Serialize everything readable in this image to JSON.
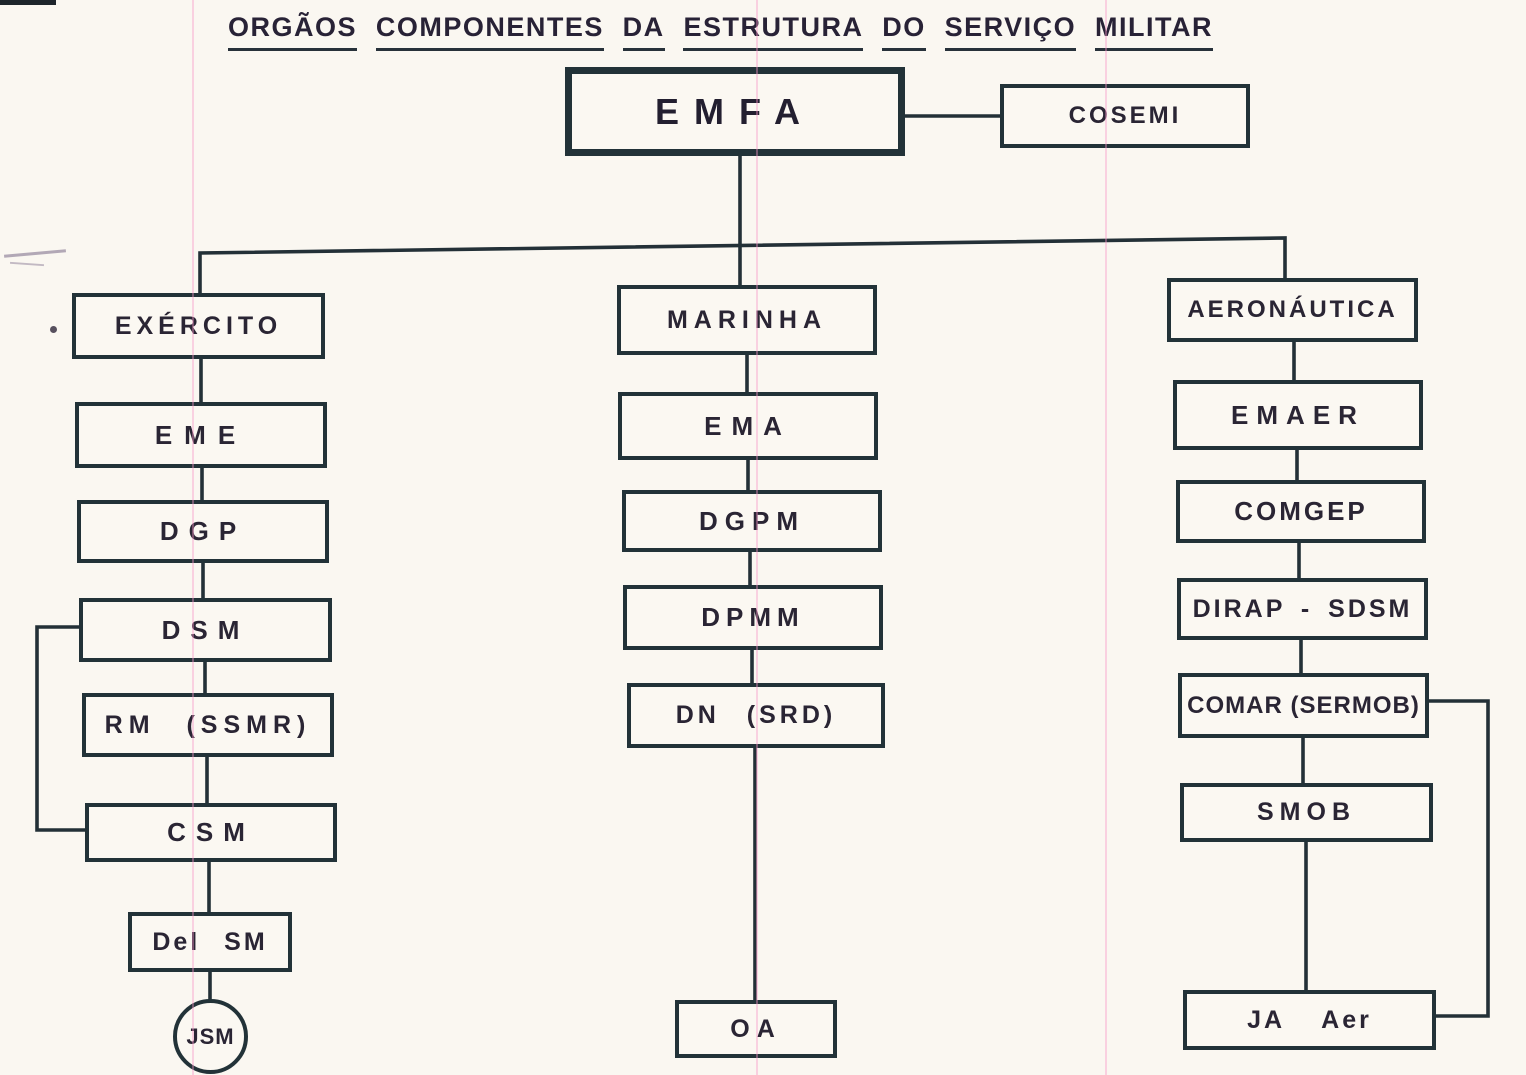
{
  "page_title": "ORGÃOS COMPONENTES DA ESTRUTURA DO SERVIÇO MILITAR",
  "title_words": [
    "ORGÃOS",
    "COMPONENTES",
    "DA",
    "ESTRUTURA",
    "DO",
    "SERVIÇO",
    "MILITAR"
  ],
  "nodes": {
    "emfa": "EMFA",
    "cosemi": "COSEMI",
    "exercito": "EXÉRCITO",
    "eme": "EME",
    "dgp": "DGP",
    "dsm": "DSM",
    "rm_ssmr": "RM (SSMR)",
    "csm": "CSM",
    "del_sm": "Del SM",
    "jsm": "JSM",
    "marinha": "MARINHA",
    "ema": "EMA",
    "dgpm": "DGPM",
    "dpmm": "DPMM",
    "dn_srd": "DN (SRD)",
    "oa": "OA",
    "aeronautica": "AERONÁUTICA",
    "emaer": "EMAER",
    "comgep": "COMGEP",
    "dirap_sdsm": "DIRAP - SDSM",
    "comar_sermob": "COMAR (SERMOB)",
    "smob": "SMOB",
    "ja_aer": "JA Aer"
  },
  "structure": {
    "root": "EMFA",
    "advisory_of_root": "COSEMI",
    "branches": [
      {
        "branch": "EXÉRCITO",
        "chain": [
          "EME",
          "DGP",
          "DSM",
          "RM (SSMR)",
          "CSM",
          "Del SM",
          "JSM"
        ],
        "side_link": "DSM–CSM"
      },
      {
        "branch": "MARINHA",
        "chain": [
          "EMA",
          "DGPM",
          "DPMM",
          "DN (SRD)",
          "OA"
        ]
      },
      {
        "branch": "AERONÁUTICA",
        "chain": [
          "EMAER",
          "COMGEP",
          "DIRAP - SDSM",
          "COMAR (SERMOB)",
          "SMOB",
          "JA Aer"
        ],
        "side_link": "COMAR (SERMOB)–JA Aer"
      }
    ]
  },
  "colors": {
    "ink": "#233037",
    "text": "#2a2534",
    "paper": "#faf7f1",
    "scan_line_pink": "#f896c8"
  }
}
